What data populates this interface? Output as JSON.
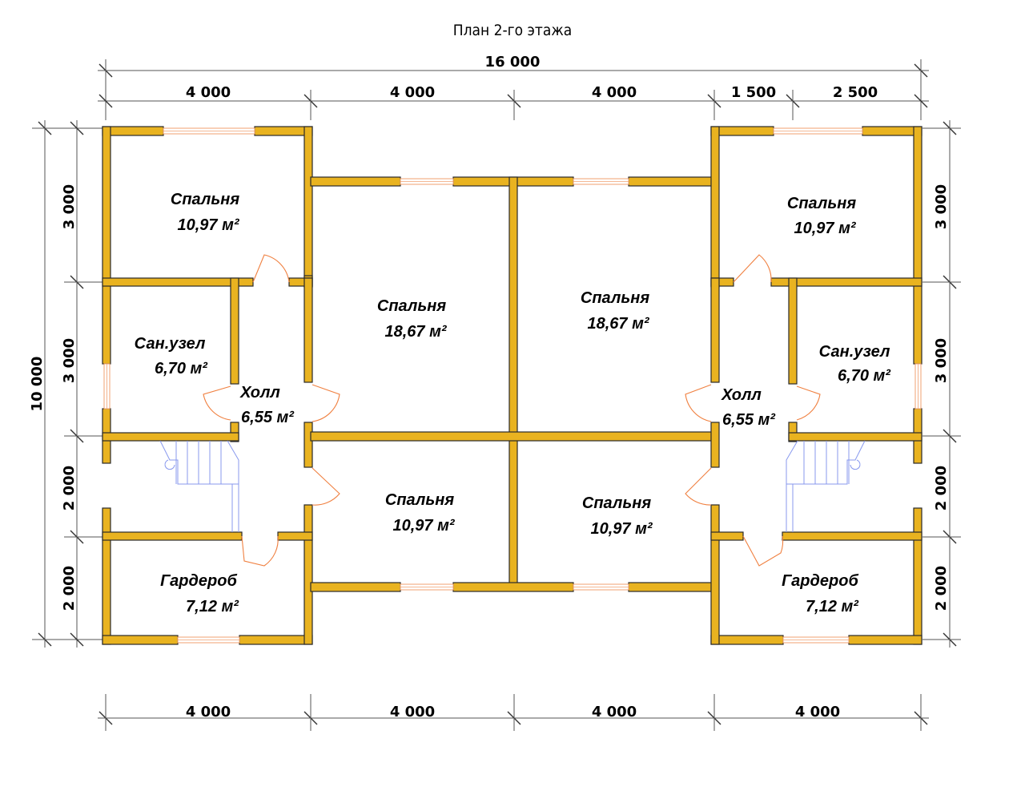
{
  "title": "План 2-го этажа",
  "dimensions": {
    "total_width": "16 000",
    "top": [
      "4 000",
      "4 000",
      "4 000",
      "1 500",
      "2 500"
    ],
    "bottom": [
      "4 000",
      "4 000",
      "4 000",
      "4 000"
    ],
    "total_height": "10 000",
    "left": [
      "3 000",
      "3 000",
      "2 000",
      "2 000"
    ],
    "right": [
      "3 000",
      "3 000",
      "2 000",
      "2 000"
    ]
  },
  "rooms": [
    {
      "name": "Спальня",
      "area": "10,97 м²"
    },
    {
      "name": "Сан.узел",
      "area": "6,70 м²"
    },
    {
      "name": "Холл",
      "area": "6,55 м²"
    },
    {
      "name": "Гардероб",
      "area": "7,12 м²"
    },
    {
      "name": "Спальня",
      "area": "18,67 м²"
    },
    {
      "name": "Спальня",
      "area": "10,97 м²"
    },
    {
      "name": "Спальня",
      "area": "18,67 м²"
    },
    {
      "name": "Спальня",
      "area": "10,97 м²"
    },
    {
      "name": "Спальня",
      "area": "10,97 м²"
    },
    {
      "name": "Сан.узел",
      "area": "6,70 м²"
    },
    {
      "name": "Холл",
      "area": "6,55 м²"
    },
    {
      "name": "Гардероб",
      "area": "7,12 м²"
    }
  ],
  "colors": {
    "wall": "#e9b320",
    "door": "#f08040",
    "window": "#f0a070",
    "stairs": "#8899ee"
  }
}
